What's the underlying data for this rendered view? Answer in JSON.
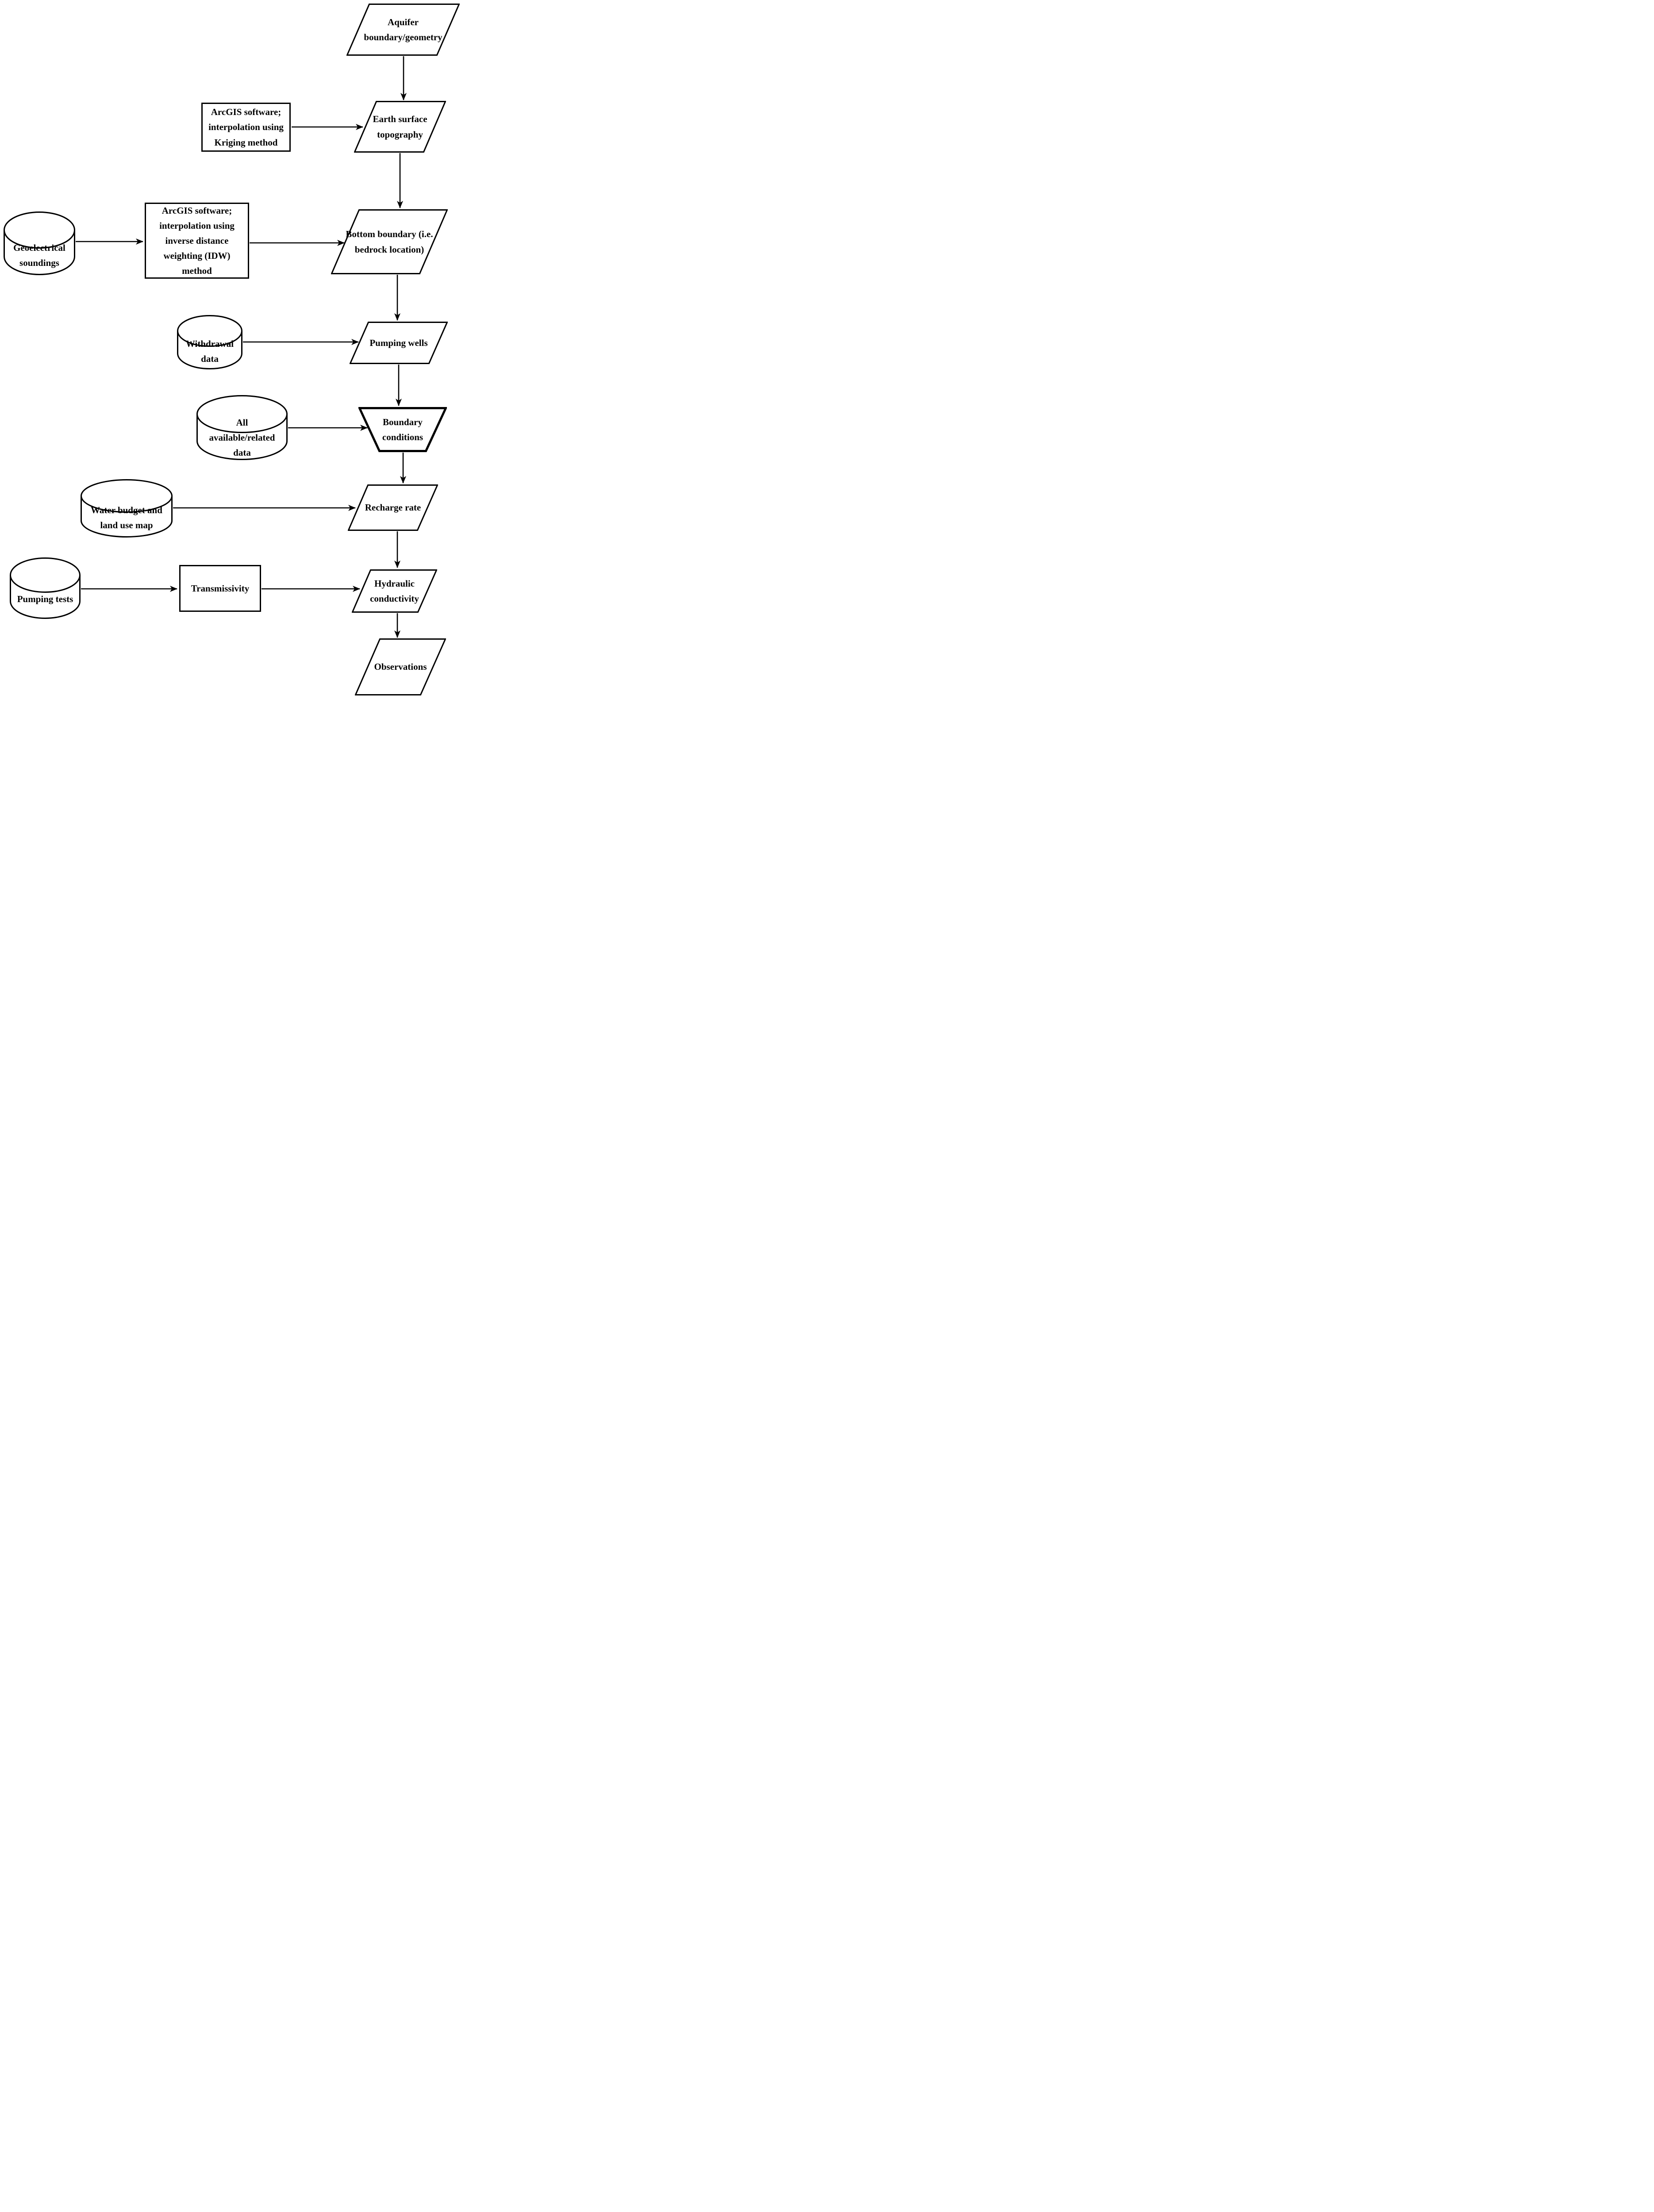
{
  "colors": {
    "stroke": "#000000",
    "fill": "#ffffff",
    "background": "#ffffff"
  },
  "nodes": {
    "aquifer": {
      "shape": "parallelogram",
      "label": "Aquifer\nboundary/geometry"
    },
    "kriging": {
      "shape": "rectangle",
      "label": "ArcGIS software;\ninterpolation using\nKriging method"
    },
    "earth_topo": {
      "shape": "parallelogram",
      "label": "Earth surface\ntopography"
    },
    "geoelectrical": {
      "shape": "cylinder",
      "label": "Geoelectrical\nsoundings"
    },
    "idw": {
      "shape": "rectangle",
      "label": "ArcGIS software;\ninterpolation using\ninverse distance\nweighting (IDW)\nmethod"
    },
    "bottom_boundary": {
      "shape": "parallelogram",
      "label": "Bottom boundary (i.e.\nbedrock location)"
    },
    "withdrawal": {
      "shape": "cylinder",
      "label": "Withdrawal\ndata"
    },
    "pumping_wells": {
      "shape": "parallelogram",
      "label": "Pumping wells"
    },
    "all_data": {
      "shape": "cylinder",
      "label": "All\navailable/related\ndata"
    },
    "boundary_conditions": {
      "shape": "trapezoid",
      "label": "Boundary\nconditions"
    },
    "water_budget": {
      "shape": "cylinder",
      "label": "Water budget and\nland use map"
    },
    "recharge": {
      "shape": "parallelogram",
      "label": "Recharge rate"
    },
    "pumping_tests": {
      "shape": "cylinder",
      "label": "Pumping tests"
    },
    "transmissivity": {
      "shape": "rectangle",
      "label": "Transmissivity"
    },
    "hydraulic": {
      "shape": "parallelogram",
      "label": "Hydraulic\nconductivity"
    },
    "observations": {
      "shape": "parallelogram",
      "label": "Observations"
    }
  },
  "edges": [
    {
      "from": "aquifer",
      "to": "earth_topo"
    },
    {
      "from": "kriging",
      "to": "earth_topo"
    },
    {
      "from": "earth_topo",
      "to": "bottom_boundary"
    },
    {
      "from": "geoelectrical",
      "to": "idw"
    },
    {
      "from": "idw",
      "to": "bottom_boundary"
    },
    {
      "from": "bottom_boundary",
      "to": "pumping_wells"
    },
    {
      "from": "withdrawal",
      "to": "pumping_wells"
    },
    {
      "from": "pumping_wells",
      "to": "boundary_conditions"
    },
    {
      "from": "all_data",
      "to": "boundary_conditions"
    },
    {
      "from": "boundary_conditions",
      "to": "recharge"
    },
    {
      "from": "water_budget",
      "to": "recharge"
    },
    {
      "from": "recharge",
      "to": "hydraulic"
    },
    {
      "from": "pumping_tests",
      "to": "transmissivity"
    },
    {
      "from": "transmissivity",
      "to": "hydraulic"
    },
    {
      "from": "hydraulic",
      "to": "observations"
    }
  ]
}
